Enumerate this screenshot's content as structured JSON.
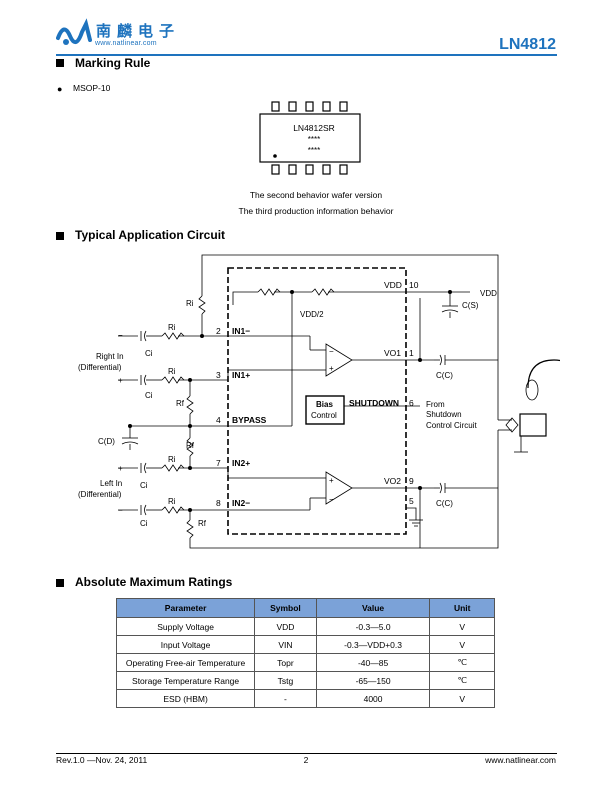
{
  "header": {
    "company_cn": "南麟电子",
    "website": "www.natlinear.com",
    "part_number": "LN4812"
  },
  "marking": {
    "title": "Marking Rule",
    "package": "MSOP-10",
    "chip_lines": [
      "LN4812SR",
      "****",
      "****"
    ],
    "notes": [
      "The second behavior wafer version",
      "The third production information behavior"
    ]
  },
  "circuit": {
    "title": "Typical Application Circuit",
    "pins": [
      {
        "num": "2",
        "name": "IN1−"
      },
      {
        "num": "3",
        "name": "IN1+"
      },
      {
        "num": "4",
        "name": "BYPASS"
      },
      {
        "num": "7",
        "name": "IN2+"
      },
      {
        "num": "8",
        "name": "IN2−"
      },
      {
        "num": "10",
        "name": "VDD"
      },
      {
        "num": "1",
        "name": "VO1"
      },
      {
        "num": "6",
        "name": "SHUTDOWN"
      },
      {
        "num": "9",
        "name": "VO2"
      },
      {
        "num": "5",
        "name": ""
      }
    ],
    "labels": {
      "ri": "Ri",
      "rf": "Rf",
      "ci": "Ci",
      "cd": "C(D)",
      "cs": "C(S)",
      "cc": "C(C)",
      "vdd": "VDD",
      "vdd2": "VDD/2",
      "bias1": "Bias",
      "bias2": "Control",
      "right_in": "Right In",
      "left_in": "Left In",
      "differential": "(Differential)",
      "from1": "From",
      "from2": "Shutdown",
      "from3": "Control Circuit",
      "minus": "−",
      "plus": "+"
    }
  },
  "ratings": {
    "title": "Absolute Maximum Ratings",
    "headers": [
      "Parameter",
      "Symbol",
      "Value",
      "Unit"
    ],
    "rows": [
      [
        "Supply Voltage",
        "VDD",
        "-0.3—5.0",
        "V"
      ],
      [
        "Input Voltage",
        "VIN",
        "-0.3—VDD+0.3",
        "V"
      ],
      [
        "Operating Free-air Temperature",
        "Topr",
        "-40—85",
        "℃"
      ],
      [
        "Storage Temperature Range",
        "Tstg",
        "-65—150",
        "℃"
      ],
      [
        "ESD (HBM)",
        "-",
        "4000",
        "V"
      ]
    ]
  },
  "footer": {
    "revision": "Rev.1.0 —Nov. 24, 2011",
    "page": "2",
    "website": "www.natlinear.com"
  }
}
